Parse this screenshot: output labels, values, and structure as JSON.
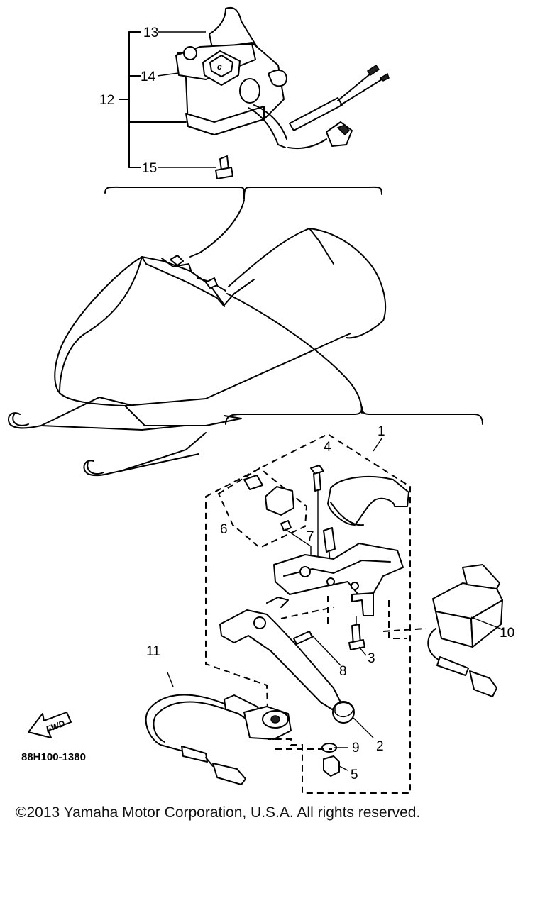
{
  "diagram": {
    "drawing_code": "88H100-1380",
    "fwd_label": "FWD",
    "copyright": "©2013 Yamaha Motor Corporation, U.S.A. All rights reserved.",
    "callouts": [
      "1",
      "2",
      "3",
      "4",
      "5",
      "6",
      "7",
      "8",
      "9",
      "10",
      "11",
      "12",
      "13",
      "14",
      "15"
    ]
  }
}
